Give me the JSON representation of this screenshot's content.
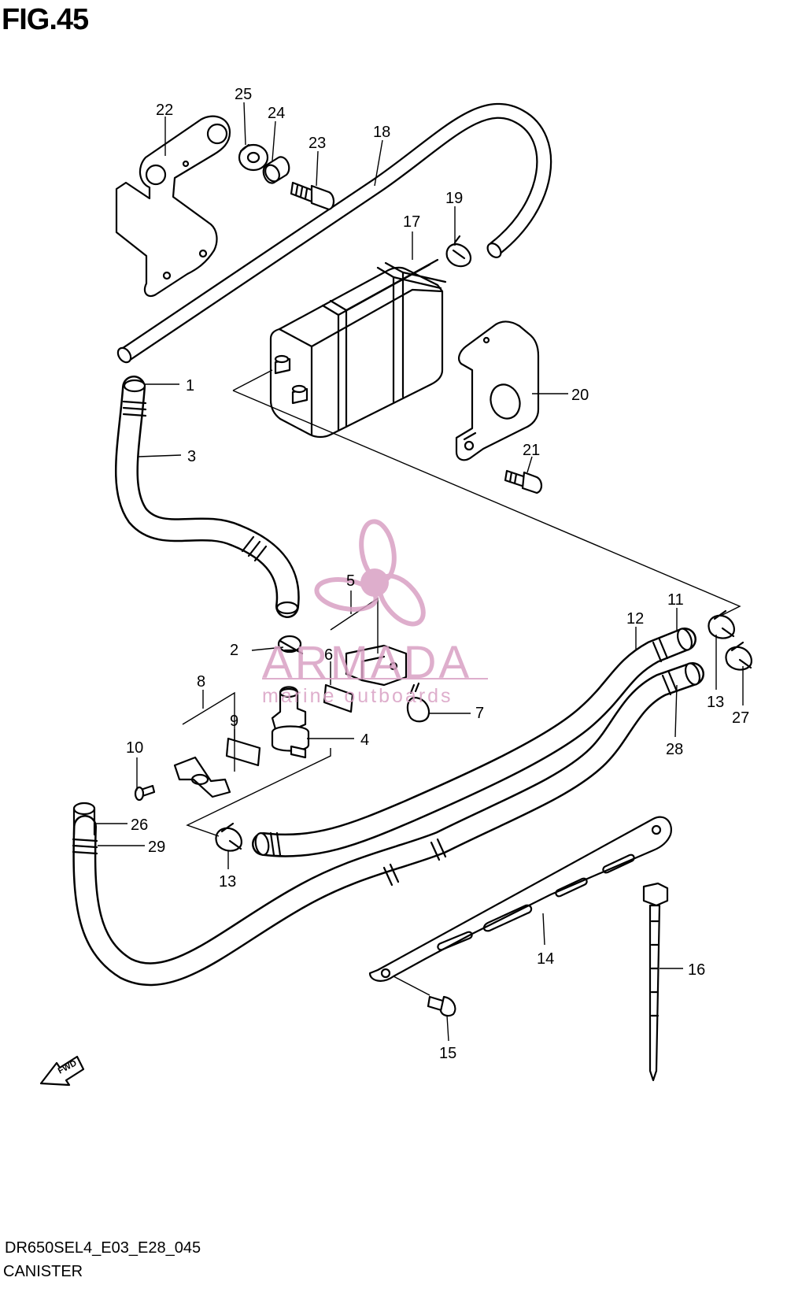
{
  "figure": {
    "title": "FIG.45",
    "code": "DR650SEL4_E03_E28_045",
    "caption": "CANISTER"
  },
  "watermark": {
    "brand": "ARMADA",
    "tagline": "marine outboards",
    "color": "#d9a0c4"
  },
  "fwd_badge": "FWD",
  "callouts": {
    "n1": "1",
    "n2": "2",
    "n3": "3",
    "n4": "4",
    "n5": "5",
    "n6": "6",
    "n7": "7",
    "n8": "8",
    "n9": "9",
    "n10": "10",
    "n11": "11",
    "n12": "12",
    "n13a": "13",
    "n13b": "13",
    "n14": "14",
    "n15": "15",
    "n16": "16",
    "n17": "17",
    "n18": "18",
    "n19": "19",
    "n20": "20",
    "n21": "21",
    "n22": "22",
    "n23": "23",
    "n24": "24",
    "n25": "25",
    "n26": "26",
    "n27": "27",
    "n28": "28",
    "n29": "29"
  }
}
